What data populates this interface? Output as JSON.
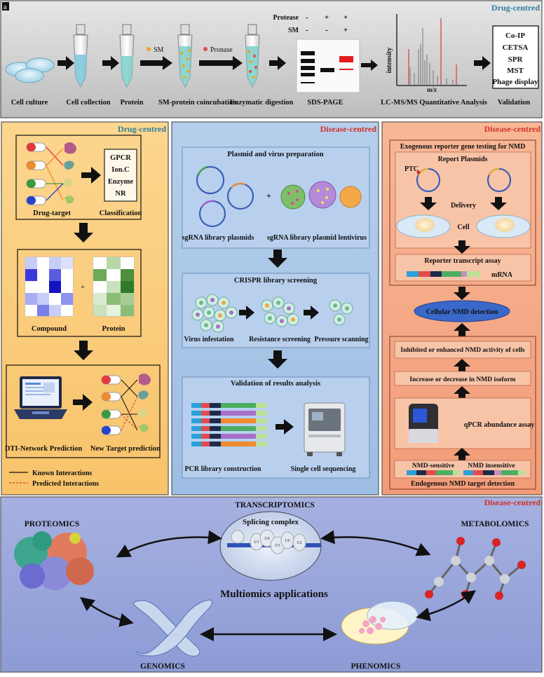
{
  "panel1": {
    "tag": "Drug-centred",
    "corner_mark": "a",
    "protease_label": "Protease",
    "sm_label": "SM",
    "protease_signs": [
      "-",
      "+",
      "+"
    ],
    "sm_signs": [
      "-",
      "-",
      "+"
    ],
    "legend_sm": "SM",
    "legend_pronase": "Pronase",
    "y_axis": "intensity",
    "x_axis": "m/z",
    "validation_items": [
      "Co-IP",
      "CETSA",
      "SPR",
      "MST",
      "Phage display"
    ],
    "steps": [
      "Cell culture",
      "Cell collection",
      "Protein",
      "SM-protein coincubation",
      "Enzymatic digestion",
      "SDS-PAGE",
      "LC-MS/MS Quantitative Analysis",
      "Validation"
    ]
  },
  "panel2": {
    "tag": "Drug-centred",
    "classes": [
      "GPCR",
      "Ion.C",
      "Enzyme",
      "NR"
    ],
    "drug_target": "Drug-target",
    "classification": "Classification",
    "compound": "Compound",
    "protein": "Protein",
    "plus": "+",
    "dti": "DTI-Network Prediction",
    "new_target": "New Target prediction",
    "known": "Known Interactions",
    "predicted": "Predicted Interactions"
  },
  "panel3": {
    "tag": "Disease-centred",
    "box1_title": "Plasmid and virus preparation",
    "plus": "+",
    "sgrna_plasmids": "sgRNA library plasmids",
    "sgrna_lentivirus": "sgRNA library plasmid lentivirus",
    "box2_title": "CRISPR library screening",
    "virus_inf": "Virus infestation",
    "resistance": "Resistance screening",
    "pressure": "Pressure scanning",
    "box3_title": "Validation of results analysis",
    "pcr": "PCR library construction",
    "single_cell": "Single cell sequencing"
  },
  "panel4": {
    "tag": "Disease-centred",
    "exo_title": "Exogenous reporter gene testing for NMD",
    "report_plasmids": "Report Plasmids",
    "ptc": "PTC",
    "delivery": "Delivery",
    "cell": "Cell",
    "reporter_assay": "Reporter transcript assay",
    "mrna": "mRNA",
    "cellular_nmd": "Cellular NMD detection",
    "inhibited": "Inhibited or enhanced NMD activity of cells",
    "increase": "Increase or decrease in NMD isoform",
    "qpcr": "qPCR abundance assay",
    "nmd_sensitive": "NMD-sensitive",
    "nmd_insensitive": "NMD insensitive",
    "endogenous": "Endogenous NMD target detection"
  },
  "panel5": {
    "tag": "Disease-centred",
    "transcriptomics": "TRANSCRIPTOMICS",
    "splicing": "Splicing complex",
    "snrnp": [
      "U1",
      "U4",
      "U5",
      "U6",
      "U2"
    ],
    "proteomics": "PROTEOMICS",
    "metabolomics": "METABOLOMICS",
    "center": "Multiomics applications",
    "genomics": "GENOMICS",
    "phenomics": "PHENOMICS"
  },
  "colors": {
    "top_bg": "#cfcfcf",
    "left_bg": "#fbd38a",
    "mid_bg": "#a9c7e8",
    "right_bg": "#f6a987",
    "bottom_bg": "#9aa8dc",
    "drug_tag": "#2e7f9f",
    "disease_tag": "#d03027"
  }
}
